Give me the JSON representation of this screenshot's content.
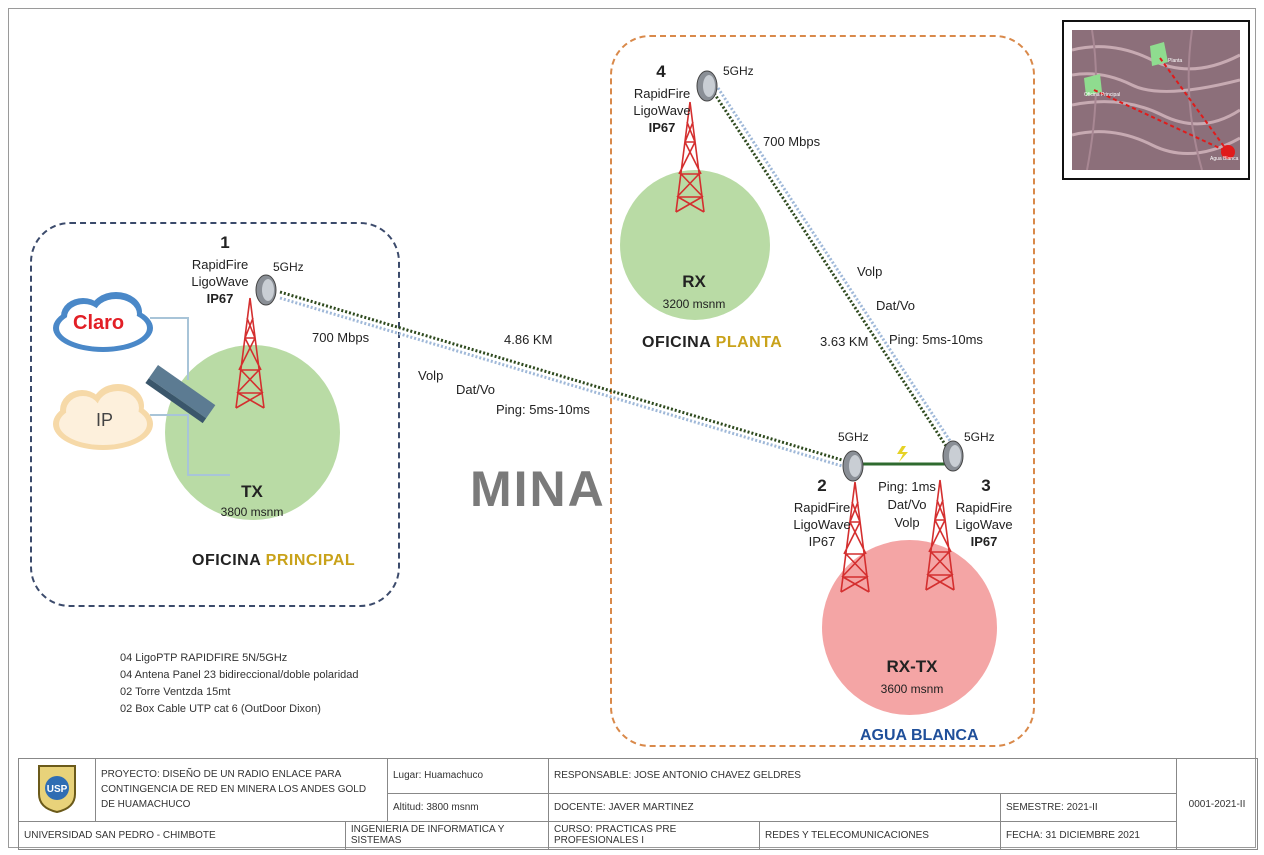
{
  "site_principal": {
    "num": "1",
    "device_line1": "RapidFire",
    "device_line2": "LigoWave",
    "device_line3": "IP67",
    "freq": "5GHz",
    "bandwidth": "700 Mbps",
    "tower_label": "TX",
    "altitude": "3800 msnm",
    "office_word": "OFICINA",
    "office_accent": "PRINCIPAL"
  },
  "clouds": {
    "isp": "Claro",
    "ip": "IP"
  },
  "link_main": {
    "distance": "4.86 KM",
    "s1": "Volp",
    "s2": "Dat/Vo",
    "s3": "Ping: 5ms-10ms"
  },
  "mina": "MINA",
  "site_planta": {
    "num": "4",
    "freq": "5GHz",
    "device_line1": "RapidFire",
    "device_line2": "LigoWave",
    "device_line3": "IP67",
    "bandwidth": "700 Mbps",
    "tower_label": "RX",
    "altitude": "3200 msnm",
    "office_word": "OFICINA",
    "office_accent": "PLANTA"
  },
  "link_planta": {
    "s1": "Volp",
    "s2": "Dat/Vo",
    "distance": "3.63 KM",
    "s3": "Ping: 5ms-10ms"
  },
  "site_agua": {
    "freq_left": "5GHz",
    "freq_right": "5GHz",
    "num_left": "2",
    "num_right": "3",
    "left_line1": "RapidFire",
    "left_line2": "LigoWave",
    "left_line3": "IP67",
    "right_line1": "RapidFire",
    "right_line2": "LigoWave",
    "right_line3": "IP67",
    "local_ping": "Ping: 1ms",
    "local_dat": "Dat/Vo",
    "local_volp": "Volp",
    "tower_label": "RX-TX",
    "altitude": "3600 msnm",
    "name": "AGUA BLANCA"
  },
  "map": {
    "label1": "Oficina Principal",
    "label2": "Planta",
    "label3": "Agua Blanca"
  },
  "equipment": [
    "04 LigoPTP RAPIDFIRE 5N/5GHz",
    "04 Antena Panel 23 bidireccional/doble polaridad",
    "02 Torre Ventzda 15mt",
    "02 Box Cable UTP cat 6 (OutDoor Dixon)"
  ],
  "title_block": {
    "logo_text": "USP",
    "proyecto": "PROYECTO: DISEÑO DE UN RADIO ENLACE PARA CONTINGENCIA DE RED EN MINERA LOS ANDES GOLD DE HUAMACHUCO",
    "lugar": "Lugar: Huamachuco",
    "altitud": "Altitud: 3800 msnm",
    "responsable": "RESPONSABLE: JOSE ANTONIO CHAVEZ GELDRES",
    "docente": "DOCENTE: JAVER MARTINEZ",
    "semestre": "SEMESTRE: 2021-II",
    "codigo": "0001-2021-II",
    "universidad": "UNIVERSIDAD SAN PEDRO - CHIMBOTE",
    "escuela": "INGENIERIA DE INFORMATICA Y SISTEMAS",
    "curso": "CURSO: PRACTICAS PRE PROFESIONALES I",
    "area": "REDES Y TELECOMUNICACIONES",
    "fecha": "FECHA: 31 DICIEMBRE 2021"
  },
  "colors": {
    "tower": "#d42f2f",
    "green_zone": "#b9dba5",
    "pink_zone": "#f4a5a5",
    "link_dark": "#2e4a1e",
    "link_light": "#9fb8d8"
  }
}
